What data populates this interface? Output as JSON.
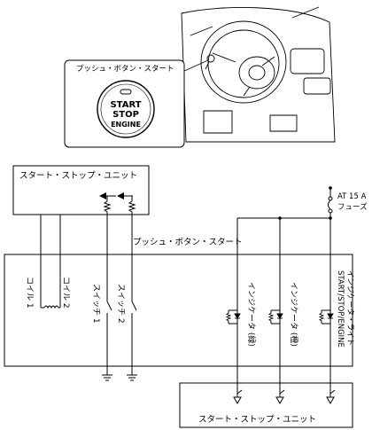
{
  "callout": {
    "label": "プッシュ・ボタン・スタート",
    "button_lines": [
      "START",
      "STOP",
      "ENGINE"
    ]
  },
  "units": {
    "top": "スタート・ストップ・ユニット",
    "bottom": "スタート・ストップ・ユニット"
  },
  "fuse": {
    "rating": "AT 15 A",
    "name": "フューズ"
  },
  "assembly_label": "プッシュ・ボタン・スタート",
  "components": {
    "coil1": "コイル 1",
    "coil2": "コイル 2",
    "switch1": "スイッチ 1",
    "switch2": "スイッチ 2",
    "indicator_green": "インジケータ (緑)",
    "indicator_orange": "インジケータ (橙)",
    "light_line1": "START/STOP/ENGINE",
    "light_line2": "インジケータ・ライト"
  }
}
